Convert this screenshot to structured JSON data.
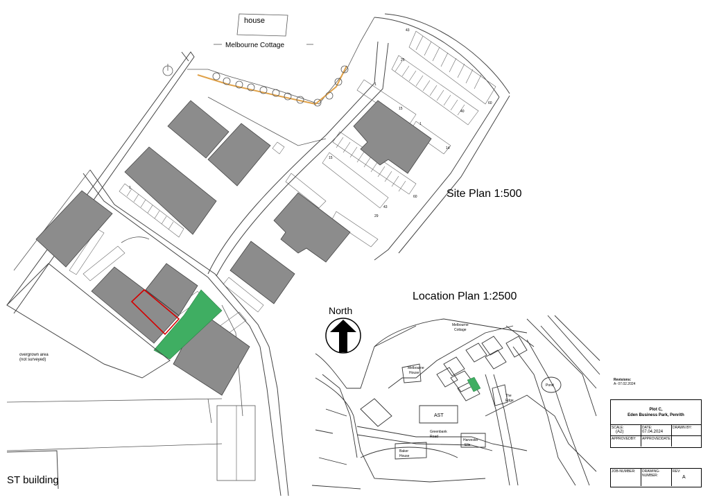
{
  "site_plan": {
    "title": "Site Plan 1:500",
    "house_label": "house",
    "cottage_label": "Melbourne Cottage",
    "overgrown_note_line1": "overgrown area",
    "overgrown_note_line2": "(not surveyed)",
    "st_building_label": "ST building",
    "bay_numbers": [
      "1",
      "15",
      "25",
      "40",
      "43",
      "60",
      "1",
      "14",
      "43",
      "29",
      "15",
      "60",
      "1"
    ]
  },
  "location_plan": {
    "title": "Location Plan 1:2500",
    "north_label": "North",
    "labels": {
      "melbourne_cottage_1": "Melbourne",
      "melbourne_cottage_2": "Cottage",
      "melbourne_house_1": "Melbourne",
      "melbourne_house_2": "House",
      "ast": "AST",
      "greenbank_road_1": "Greenbank",
      "greenbank_road_2": "Road",
      "harvester_1": "Harvester",
      "harvester_2": "Elle",
      "baker_house_1": "Baker",
      "baker_house_2": "House",
      "the_edge_1": "The",
      "the_edge_2": "Edge",
      "pond": "Pond"
    }
  },
  "revisions": {
    "heading": "Revisions:",
    "entry": "A- 07.02.2024"
  },
  "title_block": {
    "project_line1": "Plot C,",
    "project_line2": "Eden Business Park, Penrith",
    "scale_label": "SCALE:",
    "scale_value": "(A2)",
    "date_label": "DATE:",
    "date_value": "07.04.2024",
    "drawn_by_label": "DRAWN BY:",
    "approved_by_label": "APPROVEDBY:",
    "approved_date_label": "APPROVEDDATE:"
  },
  "number_block": {
    "job_label": "JOB-NUMBER:",
    "drawing_label": "DRAWING-NUMBER:",
    "rev_label": "REV:",
    "rev_value": "A"
  },
  "colors": {
    "building_fill": "#8c8c8c",
    "plot_outline": "#d40000",
    "access_green": "#3fae62",
    "hedge_orange": "#e0a24a"
  }
}
